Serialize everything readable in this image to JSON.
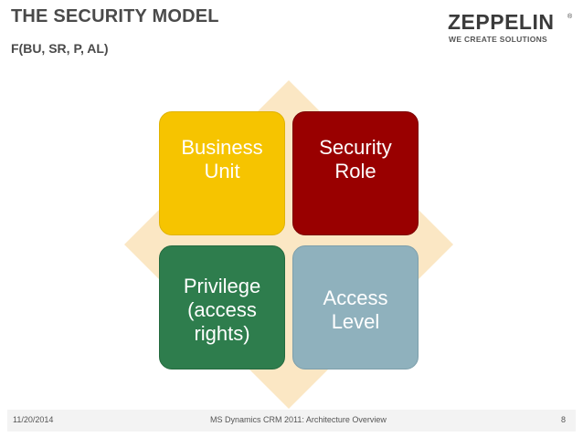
{
  "slide": {
    "title": "THE SECURITY MODEL",
    "subtitle": "F(BU, SR, P, AL)"
  },
  "logo": {
    "name": "ZEPPELIN",
    "registered": "®",
    "tagline": "WE CREATE SOLUTIONS"
  },
  "diagram": {
    "boxes": [
      {
        "label": "Business\nUnit",
        "color": "#f6c400"
      },
      {
        "label": "Security\nRole",
        "color": "#990000"
      },
      {
        "label": "Privilege\n(access\nrights)",
        "color": "#2e7d4d"
      },
      {
        "label": "Access\nLevel",
        "color": "#8fb1bd"
      }
    ],
    "background_color": "#fbe7c4"
  },
  "footer": {
    "date": "11/20/2014",
    "center_text": "MS Dynamics CRM 2011: Architecture Overview",
    "page_number": "8"
  }
}
